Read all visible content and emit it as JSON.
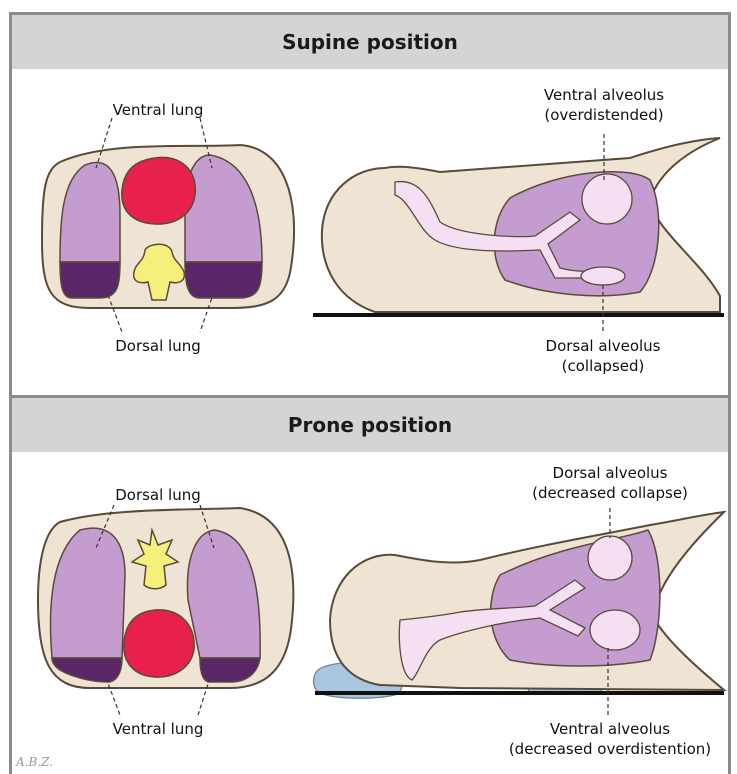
{
  "supine": {
    "title": "Supine position",
    "cross_top_label": "Ventral lung",
    "cross_bottom_label": "Dorsal lung",
    "side_top_label_1": "Ventral alveolus",
    "side_top_label_2": "(overdistended)",
    "side_bottom_label_1": "Dorsal alveolus",
    "side_bottom_label_2": "(collapsed)"
  },
  "prone": {
    "title": "Prone position",
    "cross_top_label": "Dorsal lung",
    "cross_bottom_label": "Ventral lung",
    "side_top_label_1": "Dorsal alveolus",
    "side_top_label_2": "(decreased collapse)",
    "side_bottom_label_1": "Ventral alveolus",
    "side_bottom_label_2": "(decreased overdistention)"
  },
  "signature": "A.B.Z.",
  "colors": {
    "skin": "#efe3d3",
    "lung": "#c59ccf",
    "lung_dark": "#5b2667",
    "heart": "#e8214a",
    "spine": "#f7ef7c",
    "alveolus": "#f5dff2",
    "cushion": "#a9c6de",
    "header": "#d4d4d4"
  }
}
